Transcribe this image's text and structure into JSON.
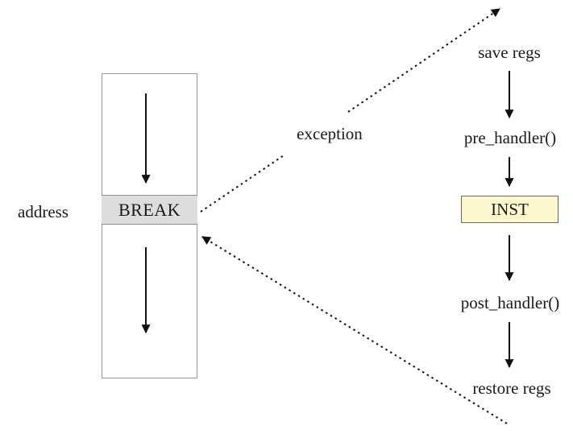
{
  "diagram": {
    "kind": "kprobe-execution-flow",
    "labels": {
      "address": "address",
      "break": "BREAK",
      "exception": "exception",
      "save_regs": "save regs",
      "pre_handler": "pre_handler()",
      "inst": "INST",
      "post_handler": "post_handler()",
      "restore_regs": "restore regs"
    },
    "edges": [
      {
        "from": "code-before-break",
        "to": "BREAK",
        "style": "solid-arrow-down"
      },
      {
        "from": "BREAK",
        "to": "save regs",
        "style": "dotted-arrow",
        "label": "exception"
      },
      {
        "from": "save regs",
        "to": "pre_handler()",
        "style": "solid-arrow-down"
      },
      {
        "from": "pre_handler()",
        "to": "INST",
        "style": "solid-arrow-down"
      },
      {
        "from": "INST",
        "to": "post_handler()",
        "style": "solid-arrow-down"
      },
      {
        "from": "post_handler()",
        "to": "restore regs",
        "style": "solid-arrow-down"
      },
      {
        "from": "restore regs",
        "to": "code-after-break",
        "style": "dotted-arrow"
      }
    ]
  },
  "colors": {
    "background": "#ffffff",
    "break_fill": "#dddddd",
    "inst_fill": "#fcf8cc",
    "inst_border": "#666666",
    "box_border": "#999999",
    "arrow": "#111111"
  }
}
